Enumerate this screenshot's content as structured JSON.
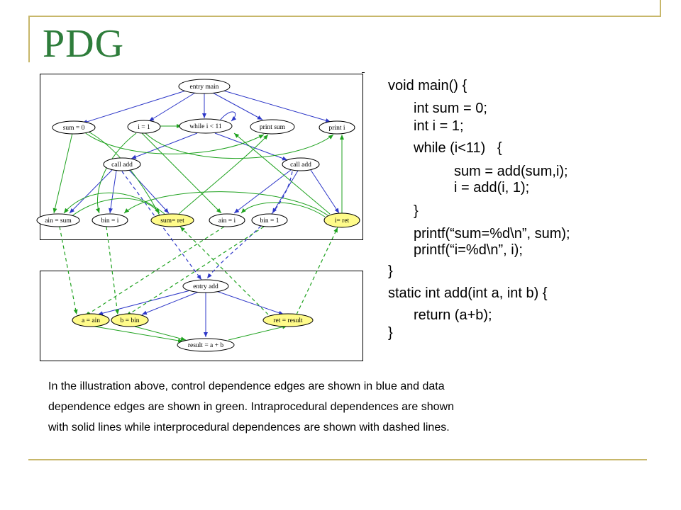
{
  "title": "PDG",
  "colors": {
    "control": "#2d37c8",
    "data": "#1fa21f",
    "node_fill": "#ffffff",
    "node_highlight": "#fffb8a",
    "title": "#2e7d3b",
    "accent": "#c7b76a"
  },
  "diagram": {
    "main_nodes": [
      {
        "id": "entry_main",
        "label": "entry main",
        "highlight": false
      },
      {
        "id": "sum0",
        "label": "sum = 0",
        "highlight": false
      },
      {
        "id": "i1",
        "label": "i = 1",
        "highlight": false
      },
      {
        "id": "while",
        "label": "while i < 11",
        "highlight": false
      },
      {
        "id": "printsum",
        "label": "print sum",
        "highlight": false
      },
      {
        "id": "printi",
        "label": "print i",
        "highlight": false
      },
      {
        "id": "calladd1",
        "label": "call add",
        "highlight": false
      },
      {
        "id": "calladd2",
        "label": "call add",
        "highlight": false
      },
      {
        "id": "ain_sum",
        "label": "ain = sum",
        "highlight": false
      },
      {
        "id": "bin_i",
        "label": "bin = i",
        "highlight": false
      },
      {
        "id": "sum_ret",
        "label": "sum= ret",
        "highlight": true
      },
      {
        "id": "ain_i",
        "label": "ain = i",
        "highlight": false
      },
      {
        "id": "bin_1",
        "label": "bin = 1",
        "highlight": false
      },
      {
        "id": "i_ret",
        "label": "i= ret",
        "highlight": true
      }
    ],
    "add_nodes": [
      {
        "id": "entry_add",
        "label": "entry add",
        "highlight": false
      },
      {
        "id": "a_ain",
        "label": "a = ain",
        "highlight": false
      },
      {
        "id": "b_bin",
        "label": "b = bin",
        "highlight": false
      },
      {
        "id": "ret_result",
        "label": "ret = result",
        "highlight": true
      },
      {
        "id": "result",
        "label": "result = a + b",
        "highlight": false
      }
    ]
  },
  "code": {
    "lines": [
      "void main() {",
      "int sum = 0;",
      "int i = 1;",
      "while (i<11)   {",
      "sum = add(sum,i);",
      "i = add(i, 1);",
      "}",
      "printf(“sum=%d\\n”, sum);",
      "printf(“i=%d\\n”, i);",
      "}",
      "static int add(int a, int b) {",
      "return (a+b);",
      "}"
    ]
  },
  "caption": {
    "lines": [
      "In the illustration above, control dependence edges are shown in blue and data",
      "dependence edges are shown in green. Intraprocedural dependences are shown",
      "with solid lines while interprocedural dependences are shown with dashed lines."
    ]
  }
}
